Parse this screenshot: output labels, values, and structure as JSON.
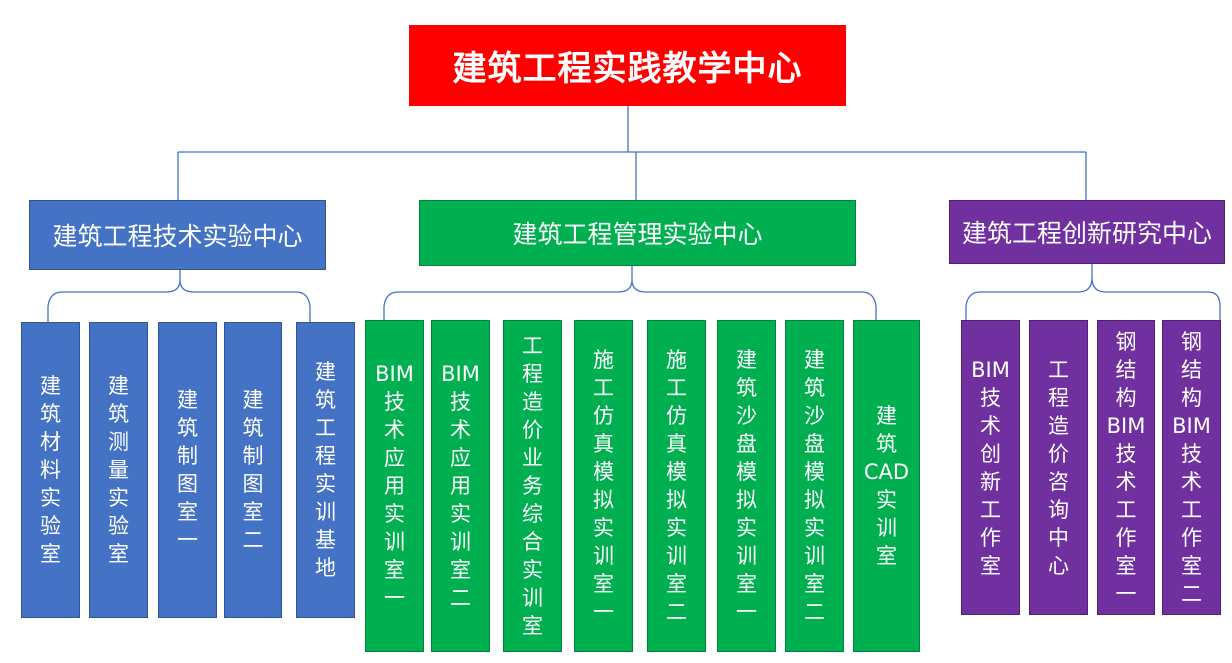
{
  "root": {
    "label": "建筑工程实践教学中心"
  },
  "departments": [
    {
      "label": "建筑工程技术实验中心",
      "color": "#4472c4",
      "labs": [
        "建筑材料实验室",
        "建筑测量实验室",
        "建筑制图室一",
        "建筑制图室二",
        "建筑工程实训基地"
      ]
    },
    {
      "label": "建筑工程管理实验中心",
      "color": "#00b050",
      "labs": [
        "BIM技术应用实训室一",
        "BIM技术应用实训室二",
        "工程造价业务综合实训室",
        "施工仿真模拟实训室一",
        "施工仿真模拟实训室二",
        "建筑沙盘模拟实训室一",
        "建筑沙盘模拟实训室二",
        "建筑CAD实训室"
      ]
    },
    {
      "label": "建筑工程创新研究中心",
      "color": "#7030a0",
      "labs": [
        "BIM技术创新工作室",
        "工程造价咨询中心",
        "钢结构BIM技术工作室一",
        "钢结构BIM技术工作室二"
      ]
    }
  ]
}
